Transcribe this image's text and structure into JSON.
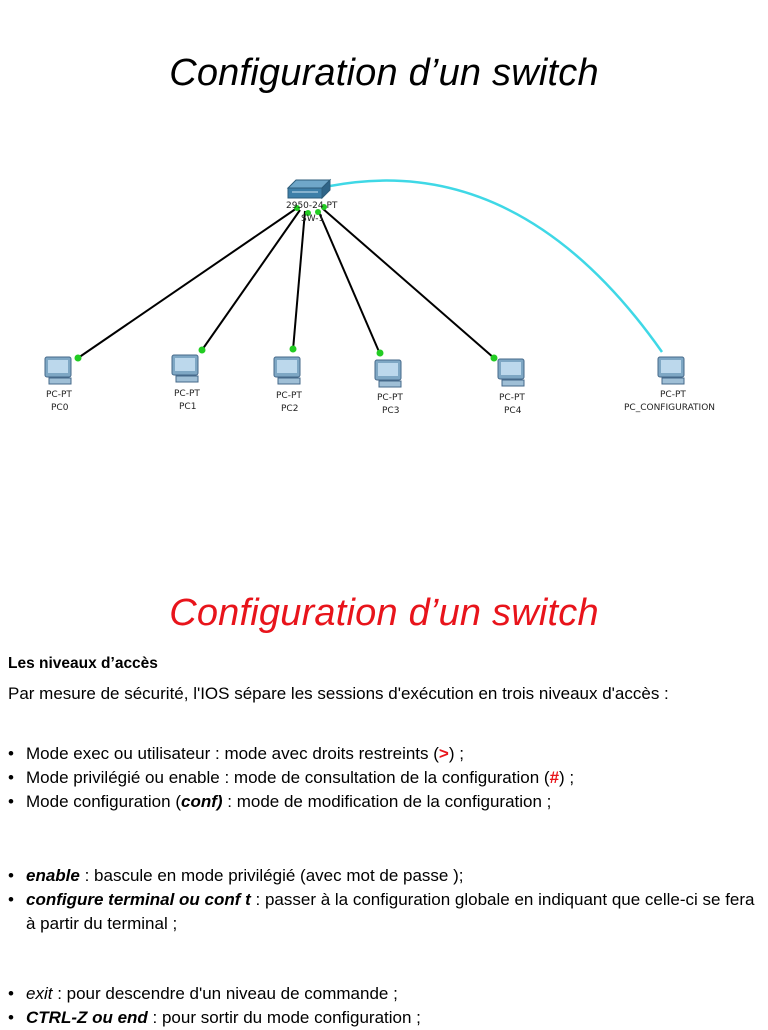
{
  "slide1": {
    "title": "Configuration  d’un switch",
    "switch": {
      "label_top": "2950-24 PT",
      "label_name": "SW-1"
    },
    "pcs": [
      {
        "type": "PC-PT",
        "name": "PC0"
      },
      {
        "type": "PC-PT",
        "name": "PC1"
      },
      {
        "type": "PC-PT",
        "name": "PC2"
      },
      {
        "type": "PC-PT",
        "name": "PC3"
      },
      {
        "type": "PC-PT",
        "name": "PC4"
      },
      {
        "type": "PC-PT",
        "name": "PC_CONFIGURATION"
      }
    ],
    "colors": {
      "link": "#000000",
      "console_link": "#3fd8e6",
      "port_led": "#22cc22"
    }
  },
  "slide2": {
    "title": "Configuration  d’un switch",
    "heading": "Les niveaux d’accès",
    "intro": "Par mesure de sécurité, l'IOS sépare les sessions d'exécution en trois niveaux d'accès :",
    "modes": [
      {
        "text": "Mode exec ou utilisateur : mode avec droits restreints (",
        "code": ">",
        "after": ") ;"
      },
      {
        "text": "Mode privilégié ou enable : mode de consultation de la configuration (",
        "code": "#",
        "after": ") ;"
      },
      {
        "text": "Mode configuration (",
        "code": "conf)",
        "after": " : mode de modification de la configuration ;"
      }
    ],
    "commands": [
      {
        "cmd": "enable",
        "desc": " : bascule en mode privilégié (avec mot de passe );"
      },
      {
        "cmd": "configure terminal ou conf t",
        "desc": " : passer à la configuration globale en indiquant que celle-ci se fera à partir du terminal ;"
      }
    ],
    "exit_commands": [
      {
        "cmd": "exit",
        "desc": " : pour descendre d'un niveau de commande ;"
      },
      {
        "cmd": "CTRL-Z ou end",
        "desc": " : pour sortir du mode configuration ;"
      }
    ],
    "colors": {
      "accent": "#e8141b"
    }
  }
}
